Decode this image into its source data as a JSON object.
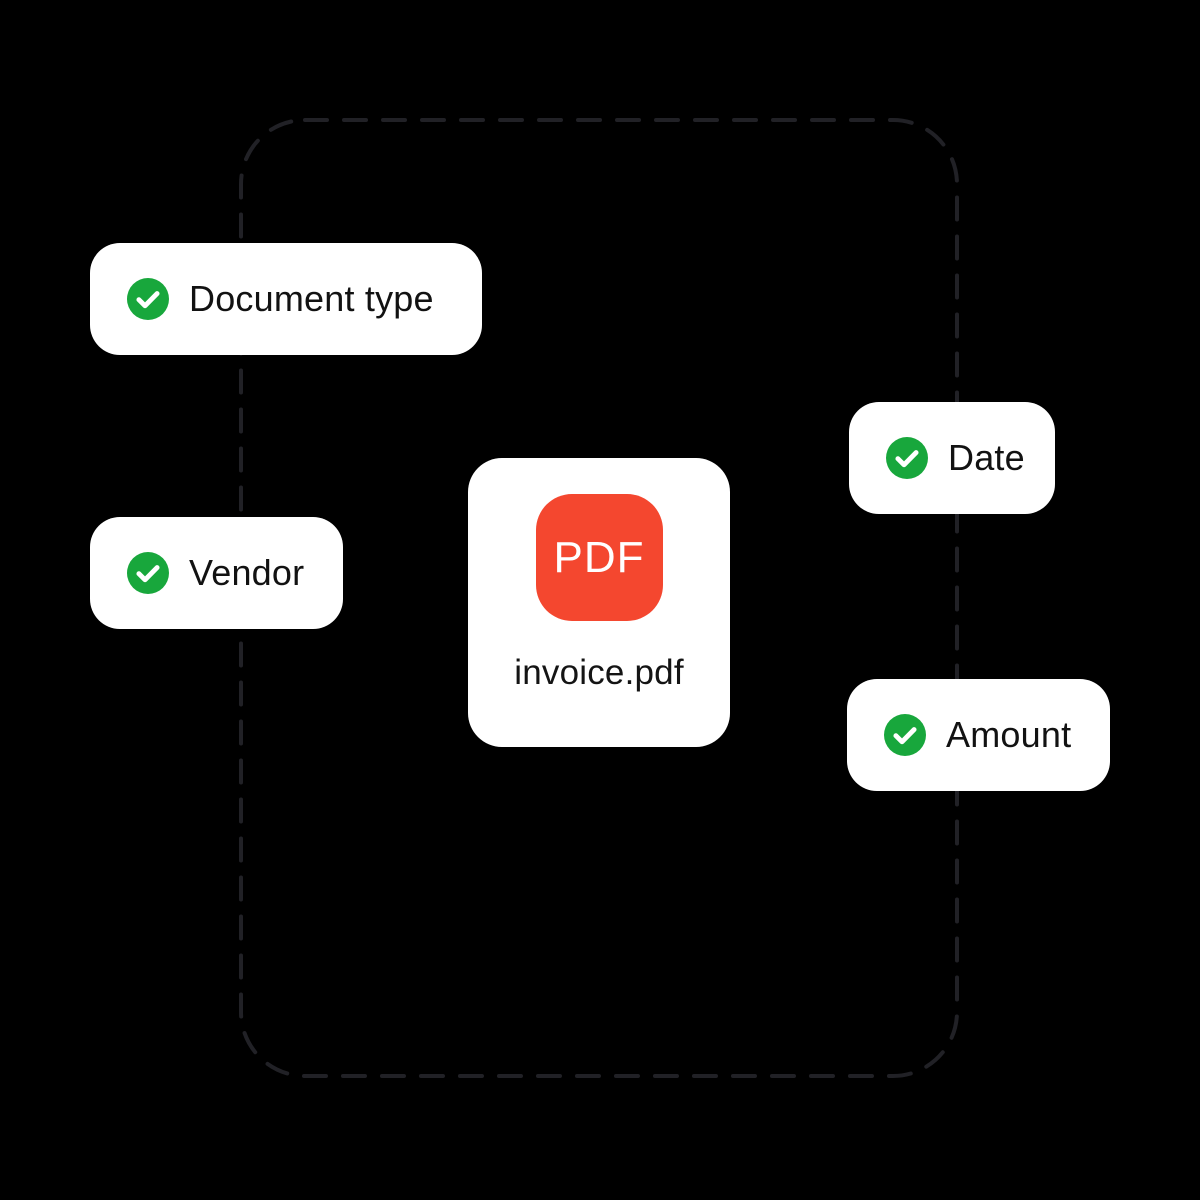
{
  "scene": {
    "background_color": "#000000",
    "outline": {
      "description": "dashed rounded rectangle drop-zone outline",
      "stroke_color": "#212126"
    },
    "file_card": {
      "icon_label": "PDF",
      "icon_color": "#f4472f",
      "filename": "invoice.pdf",
      "card_color": "#ffffff"
    },
    "fields": [
      {
        "label": "Document type"
      },
      {
        "label": "Vendor"
      },
      {
        "label": "Date"
      },
      {
        "label": "Amount"
      }
    ],
    "colors": {
      "check_green": "#18a73c",
      "badge_background": "#ffffff",
      "text": "#121212"
    }
  }
}
